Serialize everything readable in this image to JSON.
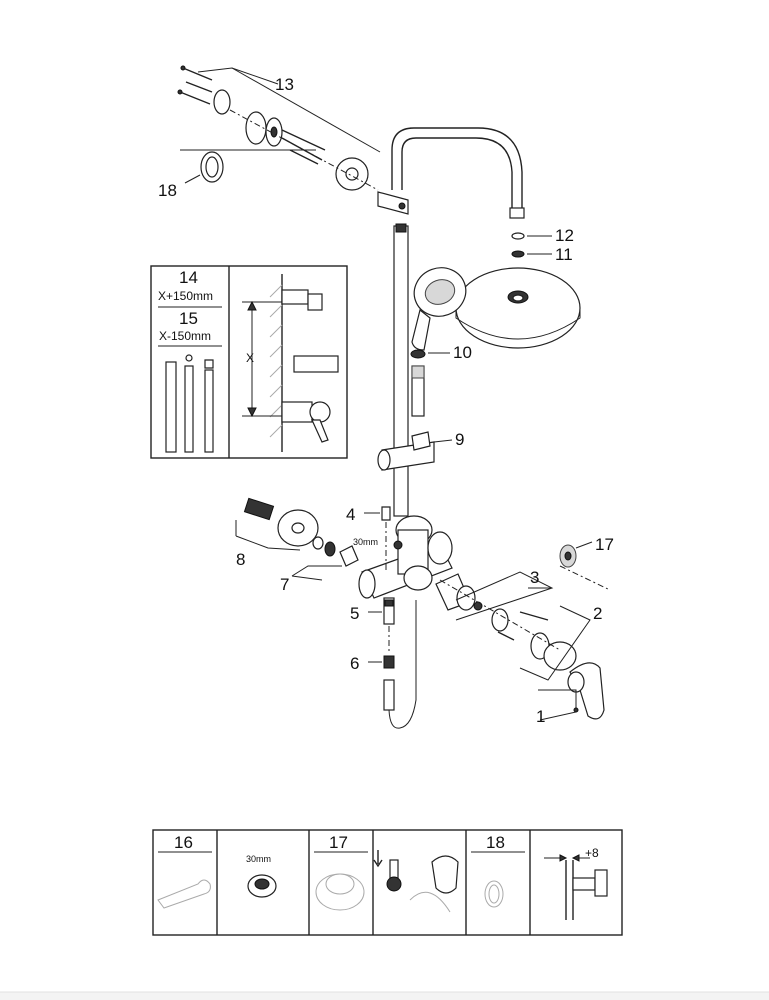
{
  "callouts": {
    "c1": "1",
    "c2": "2",
    "c3": "3",
    "c4": "4",
    "c5": "5",
    "c6": "6",
    "c7": "7",
    "c8": "8",
    "c9": "9",
    "c10": "10",
    "c11": "11",
    "c12": "12",
    "c13": "13",
    "c17": "17",
    "c18": "18"
  },
  "inset": {
    "n14": "14",
    "dim14": "X+150mm",
    "n15": "15",
    "dim15": "X-150mm",
    "x_label": "X"
  },
  "main": {
    "nut_size": "30mm"
  },
  "toolbar": {
    "n16": "16",
    "wrench_size": "30mm",
    "n17": "17",
    "n18": "18",
    "offset": "+8"
  }
}
